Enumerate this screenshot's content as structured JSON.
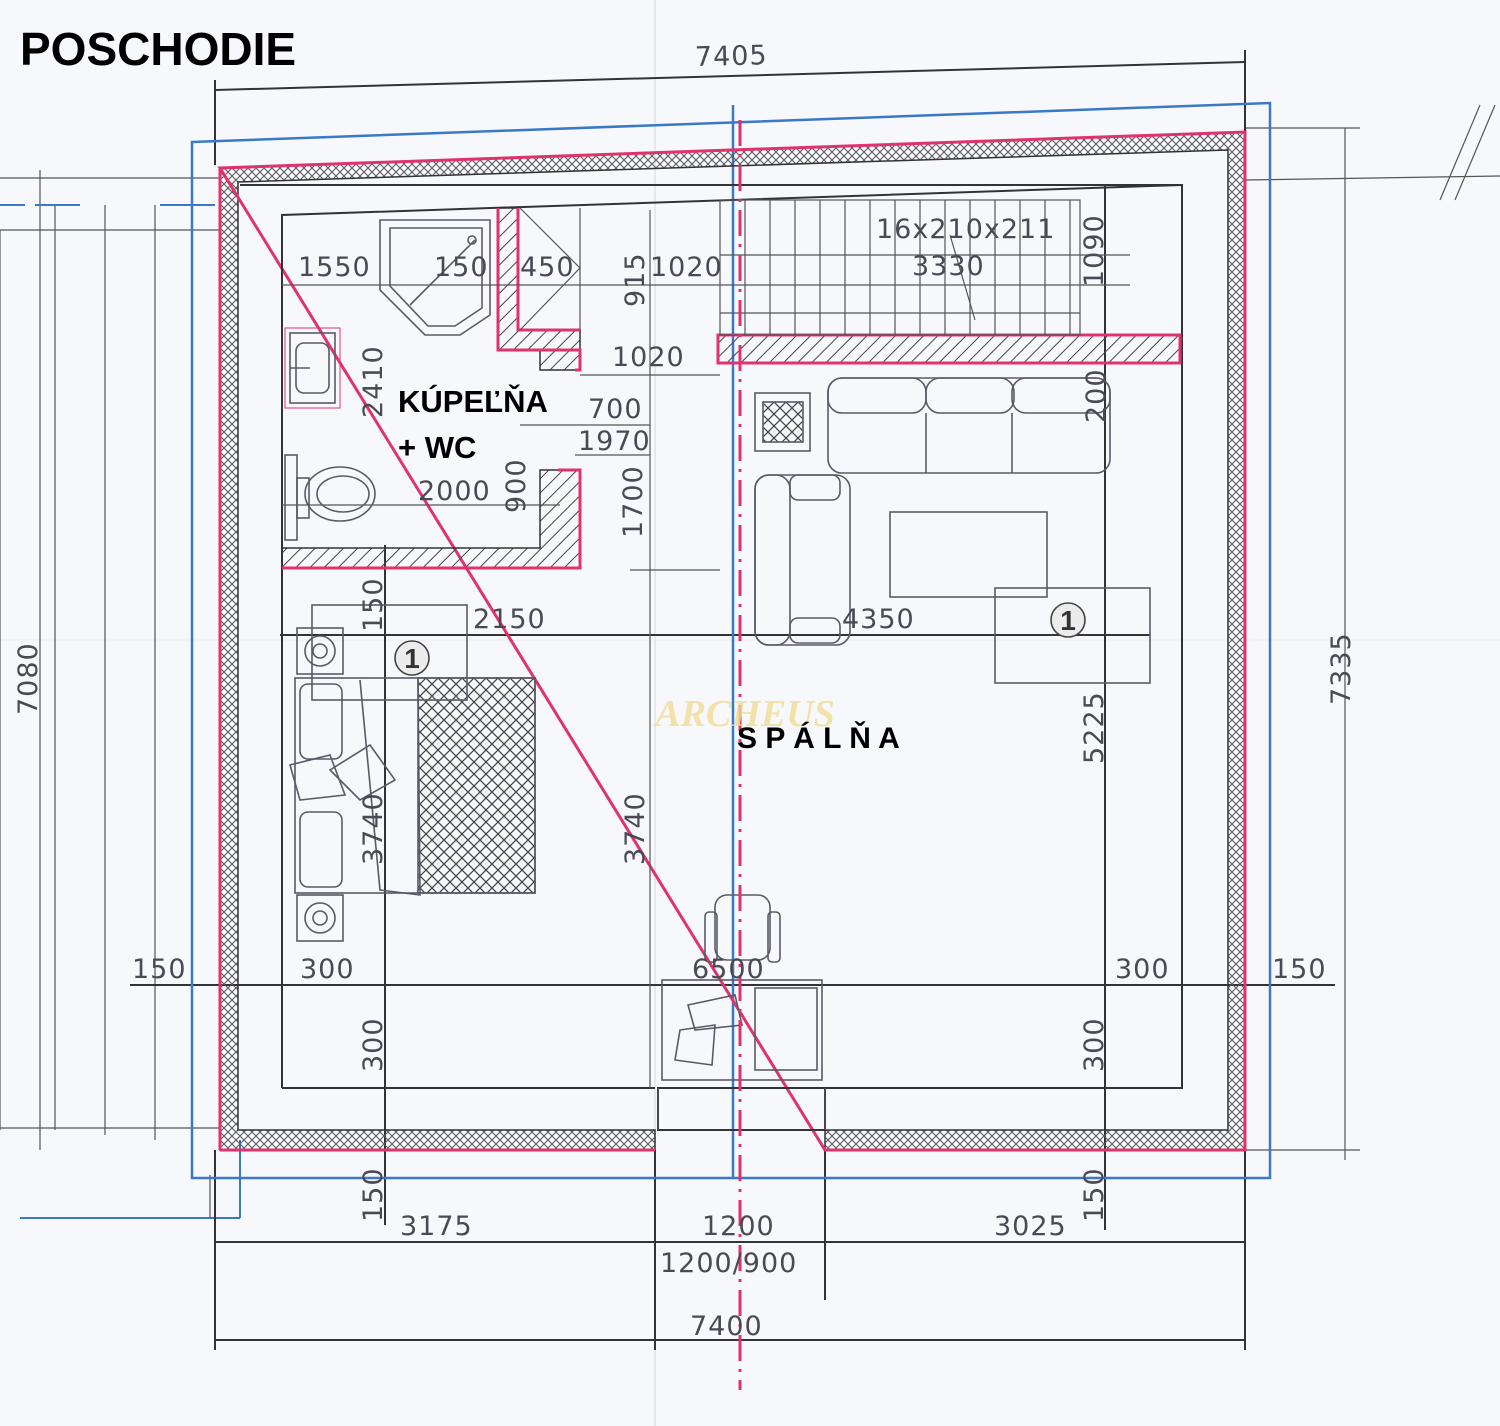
{
  "title": "POSCHODIE",
  "watermark": "ARCHEUS",
  "colors": {
    "outline_red": "#e0336b",
    "outline_blue": "#3a78c8",
    "watermark": "#f2dc95",
    "ink": "#333333"
  },
  "rooms": {
    "bathroom_line1": "KÚPEĽŇA",
    "bathroom_line2": "+ WC",
    "bedroom": "S P Á L Ň A"
  },
  "markers": {
    "bedroom_left": "1",
    "bedroom_right": "1"
  },
  "dimensions": {
    "top_overall": "7405",
    "left_height": "7080",
    "right_height": "7335",
    "bottom_overall": "7400",
    "bottom_left": "3175",
    "bottom_door": "1200",
    "bottom_door_size": "1200/900",
    "bottom_right": "3025",
    "stairs_spec": "16x210x211",
    "stairs_length": "3330",
    "stairs_width": "1090",
    "bath_1550": "1550",
    "bath_150": "150",
    "bath_450": "450",
    "hall_915": "915",
    "hall_1020_top": "1020",
    "hall_1020_mid": "1020",
    "bath_2410": "2410",
    "hall_700": "700",
    "hall_1970": "1970",
    "bath_2000": "2000",
    "bath_900": "900",
    "hall_1700": "1700",
    "right_200": "200",
    "bed_150": "150",
    "bed_2150": "2150",
    "living_4350": "4350",
    "right_5225": "5225",
    "bed_3740": "3740",
    "hall_3740": "3740",
    "left_150": "150",
    "left_300": "300",
    "center_6500": "6500",
    "right_300": "300",
    "right_150": "150",
    "bottom_left_300": "300",
    "bottom_right_300": "300",
    "bottom_left_150": "150",
    "bottom_right_150": "150"
  }
}
